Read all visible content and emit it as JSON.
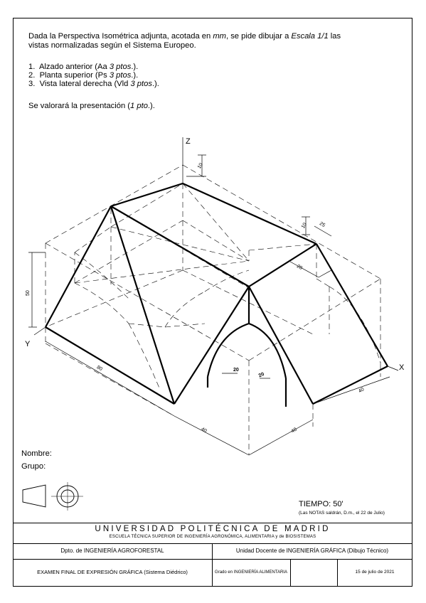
{
  "statement": {
    "part1": "Dada la Perspectiva Isométrica adjunta, acotada en ",
    "unit": "mm",
    "part2": ", se pide dibujar a ",
    "scale": "Escala 1/1",
    "part3": " las",
    "line2": "vistas normalizadas según el Sistema Europeo."
  },
  "tasks": [
    {
      "num": "1.",
      "label": "Alzado anterior (Aa ",
      "points": "3 ptos",
      "end": ".)."
    },
    {
      "num": "2.",
      "label": "Planta superior (Ps ",
      "points": "3 ptos",
      "end": ".)."
    },
    {
      "num": "3.",
      "label": "Vista lateral derecha (Vld ",
      "points": "3 ptos",
      "end": ".)."
    }
  ],
  "presentation": {
    "text": "Se valorará la presentación (",
    "points": "1 pto",
    "end": ".)."
  },
  "axes": {
    "z": "Z",
    "y": "Y",
    "x": "X"
  },
  "dimensions": {
    "d80": "80",
    "d40_front": "40",
    "d40_right": "40",
    "d40_side": "40",
    "d50": "50",
    "d10_top": "10",
    "d10_mid": "10",
    "d25": "25",
    "d20_top": "20",
    "d20_arc_left": "20",
    "d20_arc_right": "20"
  },
  "student": {
    "name_label": "Nombre:",
    "group_label": "Grupo:"
  },
  "time": {
    "label": "TIEMPO: 50'",
    "note": "(Las NOTAS saldrán, D.m., el 22 de Julio)"
  },
  "title_block": {
    "university": "UNIVERSIDAD POLITÉCNICA DE MADRID",
    "school": "ESCUELA TÉCNICA SUPERIOR DE INGENIERÍA AGRONÓMICA, ALIMENTARIA y de BIOSISTEMAS",
    "department": "Dpto. de INGENIERÍA AGROFORESTAL",
    "unit": "Unidad Docente de INGENIERÍA GRÁFICA (Dibujo Técnico)",
    "exam": "EXAMEN FINAL DE EXPRESIÓN GRÁFICA (Sistema Diédrico)",
    "degree": "Grado en INGENIERÍA ALIMENTARIA",
    "date": "15 de julio de 2021"
  }
}
